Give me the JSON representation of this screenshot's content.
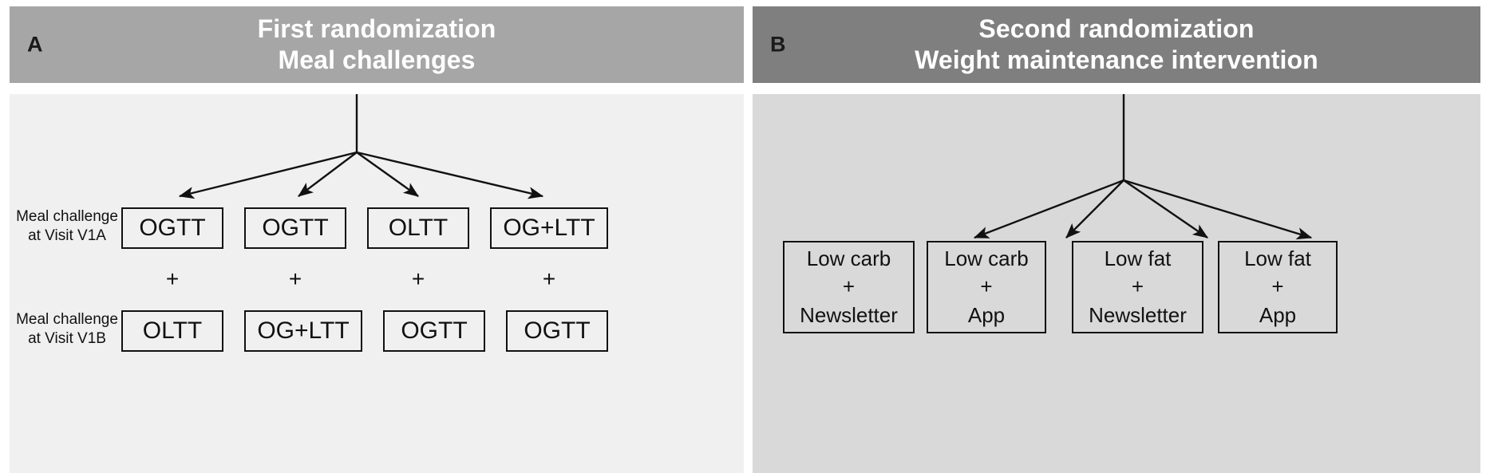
{
  "figure": {
    "panels": [
      {
        "key": "A",
        "letter": "A",
        "title": "First randomization\nMeal challenges",
        "header_color": "#a6a6a6",
        "body_color": "#f0f0f0",
        "row_labels": [
          "Meal challenge\nat Visit V1A",
          "Meal challenge\nat Visit V1B"
        ],
        "row1": [
          "OGTT",
          "OGTT",
          "OLTT",
          "OG+LTT"
        ],
        "connector_plus": [
          "+",
          "+",
          "+",
          "+"
        ],
        "row2": [
          "OLTT",
          "OG+LTT",
          "OGTT",
          "OGTT"
        ]
      },
      {
        "key": "B",
        "letter": "B",
        "title": "Second randomization\nWeight maintenance intervention",
        "header_color": "#7f7f7f",
        "body_color": "#d9d9d9",
        "arms": [
          "Low carb\n+\nNewsletter",
          "Low carb\n+\nApp",
          "Low fat\n+\nNewsletter",
          "Low fat\n+\nApp"
        ]
      }
    ]
  }
}
